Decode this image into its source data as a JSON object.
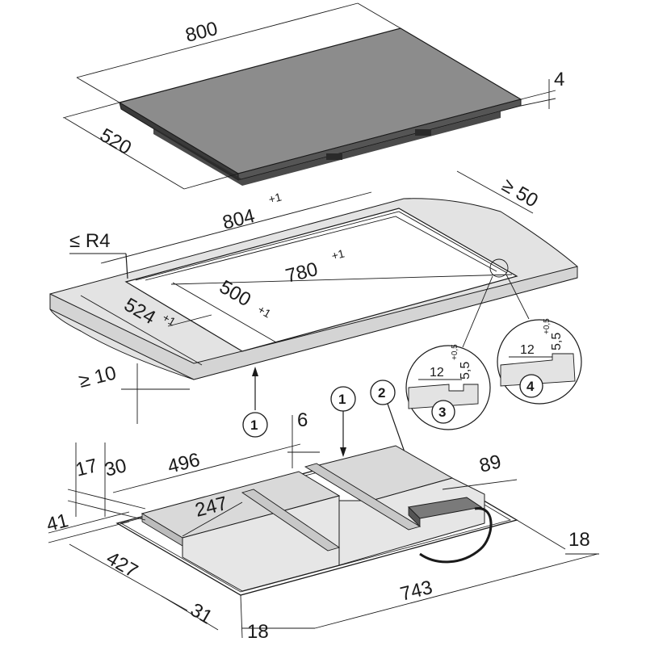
{
  "hob": {
    "width": "800",
    "depth": "520",
    "thickness": "4",
    "colors": {
      "glass": "#8c8c8c",
      "frame": "#3a3a3a"
    }
  },
  "cutout": {
    "length": "804",
    "length_tol": "+1",
    "radius": "≤ R4",
    "wall_gap": "≥ 50",
    "inner_length": "780",
    "inner_length_tol": "+1",
    "inner_depth": "500",
    "inner_depth_tol": "+1",
    "depth": "524",
    "depth_tol": "+1",
    "front_gap": "≥ 10",
    "worktop_color": "#e3e3e3"
  },
  "details": [
    {
      "number": "3",
      "width": "12",
      "depth": "5,5",
      "tol": "+0,5"
    },
    {
      "number": "4",
      "width": "12",
      "depth": "5,5",
      "tol": "+0,5"
    }
  ],
  "underside": {
    "h17": "17",
    "h30": "30",
    "w496": "496",
    "gap6": "6",
    "d89": "89",
    "w247": "247",
    "h41": "41",
    "d427": "427",
    "w743": "743",
    "right18": "18",
    "d31": "31",
    "front18": "18",
    "colors": {
      "box": "#d9d9d9",
      "rail": "#c8c8c8",
      "terminal": "#7a7a7a"
    }
  },
  "callouts": [
    "1",
    "1",
    "2"
  ]
}
